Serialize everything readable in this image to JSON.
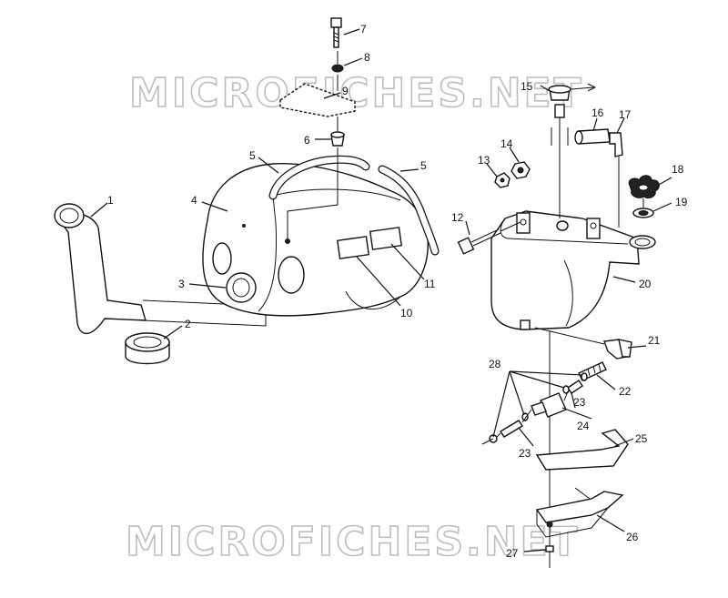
{
  "watermark": {
    "top": "MICROFICHES.NET",
    "bottom": "MICROFICHES.NET"
  },
  "callouts": {
    "c1": "1",
    "c2": "2",
    "c3": "3",
    "c4": "4",
    "c5a": "5",
    "c5b": "5",
    "c6": "6",
    "c7": "7",
    "c8": "8",
    "c9": "9",
    "c10": "10",
    "c11": "11",
    "c12": "12",
    "c13": "13",
    "c14": "14",
    "c15": "15",
    "c16": "16",
    "c17": "17",
    "c18": "18",
    "c19": "19",
    "c20": "20",
    "c21": "21",
    "c22": "22",
    "c23a": "23",
    "c23b": "23",
    "c24": "24",
    "c25": "25",
    "c26": "26",
    "c27": "27",
    "c28": "28"
  }
}
